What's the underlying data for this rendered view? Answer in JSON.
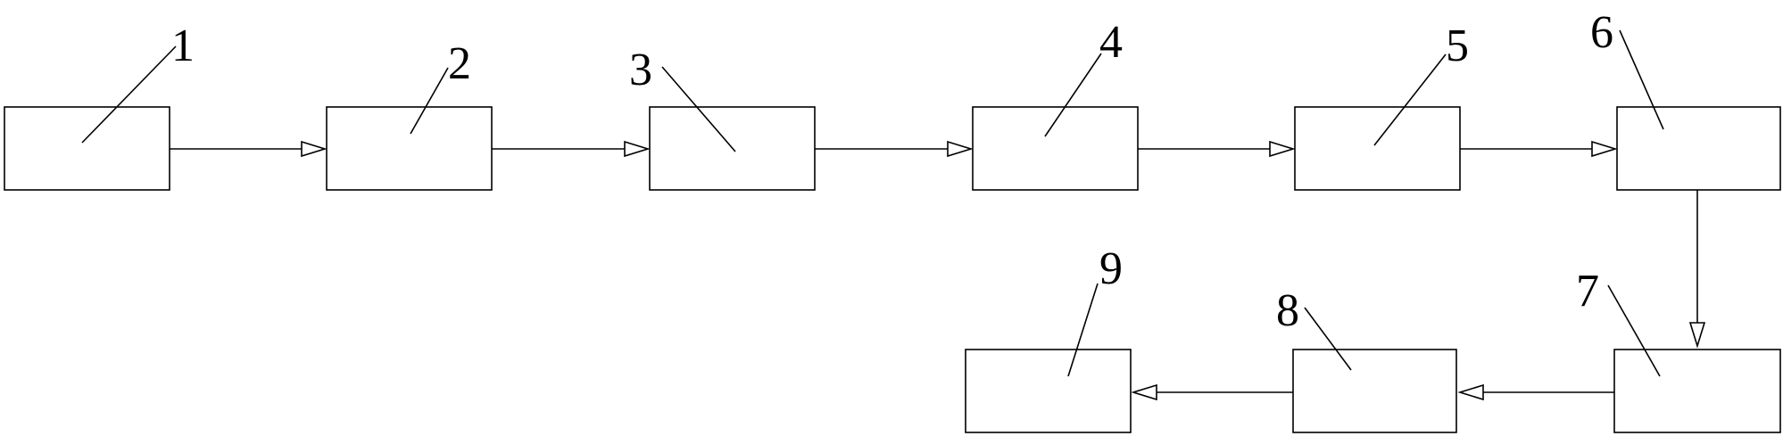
{
  "diagram": {
    "line_color": "#000000",
    "background": "#ffffff",
    "blocks": [
      {
        "id": "1",
        "label": "1"
      },
      {
        "id": "2",
        "label": "2"
      },
      {
        "id": "3",
        "label": "3"
      },
      {
        "id": "4",
        "label": "4"
      },
      {
        "id": "5",
        "label": "5"
      },
      {
        "id": "6",
        "label": "6"
      },
      {
        "id": "7",
        "label": "7"
      },
      {
        "id": "8",
        "label": "8"
      },
      {
        "id": "9",
        "label": "9"
      }
    ],
    "flow": [
      [
        "1",
        "2"
      ],
      [
        "2",
        "3"
      ],
      [
        "3",
        "4"
      ],
      [
        "4",
        "5"
      ],
      [
        "5",
        "6"
      ],
      [
        "6",
        "7"
      ],
      [
        "7",
        "8"
      ],
      [
        "8",
        "9"
      ]
    ]
  }
}
